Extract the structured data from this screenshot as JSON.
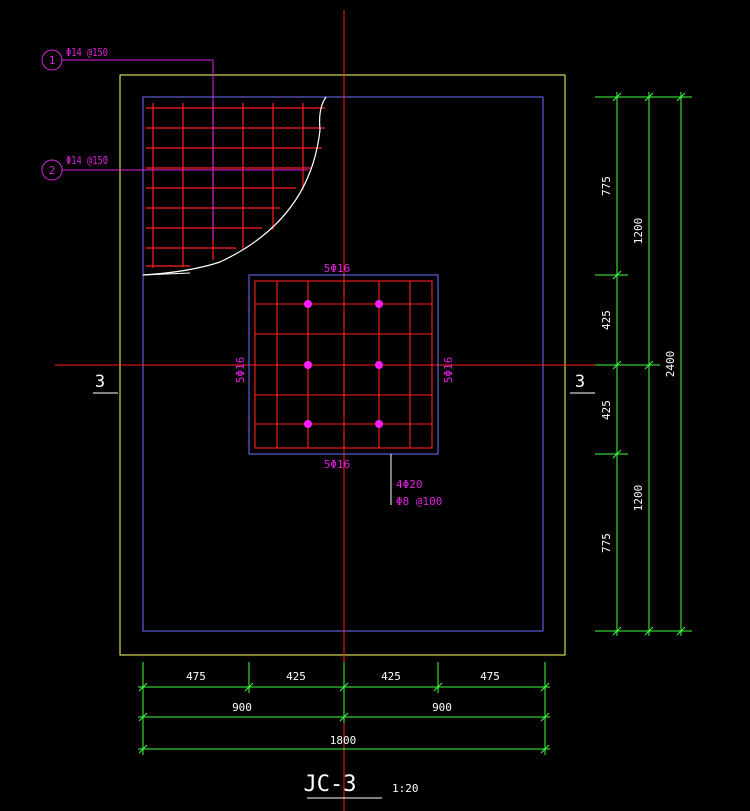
{
  "colors": {
    "background": "#000000",
    "outline": "#ffff66",
    "inner_outline": "#6f6fff",
    "rebar": "#ff2020",
    "axis": "#ff2020",
    "annotation": "#e020e0",
    "dimension": "#40ff40",
    "text": "#ffffff",
    "curve": "#ffffff"
  },
  "callouts": [
    {
      "number": "1",
      "label": "Φ14 @150"
    },
    {
      "number": "2",
      "label": "Φ14 @150"
    }
  ],
  "column": {
    "top_label": "5Φ16",
    "bottom_label": "5Φ16",
    "left_label": "5Φ16",
    "right_label": "5Φ16",
    "corner_bars": "4Φ20",
    "stirrups": "Φ8 @100"
  },
  "section_marks": {
    "left": "3",
    "right": "3"
  },
  "dims_right": {
    "seg1": "775",
    "seg2": "425",
    "seg3": "425",
    "seg4": "775",
    "half_top": "1200",
    "half_bottom": "1200",
    "total": "2400"
  },
  "dims_bottom": {
    "seg1": "475",
    "seg2": "425",
    "seg3": "425",
    "seg4": "475",
    "half_left": "900",
    "half_right": "900",
    "total": "1800"
  },
  "title": {
    "name": "JC-3",
    "scale": "1:20"
  }
}
